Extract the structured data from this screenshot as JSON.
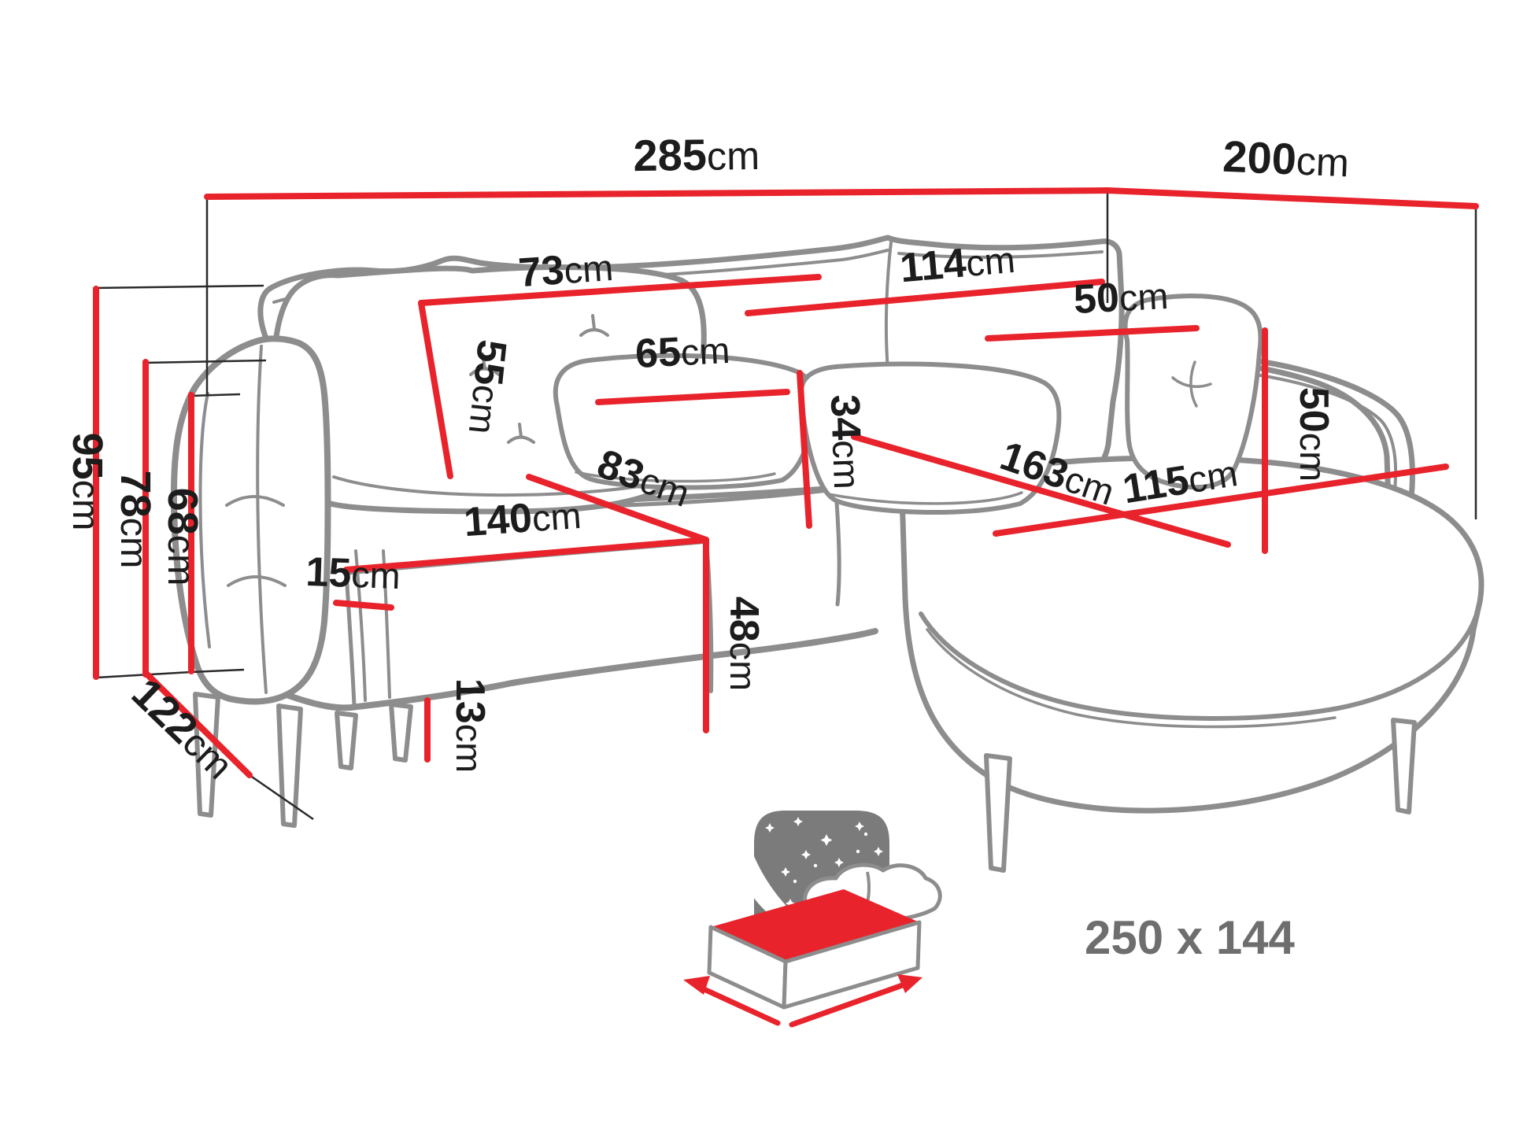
{
  "diagram_title": "corner-sofa-dimensions",
  "dims": {
    "w285": {
      "v": "285",
      "u": "cm"
    },
    "w200": {
      "v": "200",
      "u": "cm"
    },
    "h95": {
      "v": "95",
      "u": "cm"
    },
    "h78": {
      "v": "78",
      "u": "cm"
    },
    "h68": {
      "v": "68",
      "u": "cm"
    },
    "d122": {
      "v": "122",
      "u": "cm"
    },
    "w73": {
      "v": "73",
      "u": "cm"
    },
    "w114": {
      "v": "114",
      "u": "cm"
    },
    "p50w": {
      "v": "50",
      "u": "cm"
    },
    "p50h": {
      "v": "50",
      "u": "cm"
    },
    "b55": {
      "v": "55",
      "u": "cm"
    },
    "p65": {
      "v": "65",
      "u": "cm"
    },
    "p34": {
      "v": "34",
      "u": "cm"
    },
    "s163": {
      "v": "163",
      "u": "cm"
    },
    "s115": {
      "v": "115",
      "u": "cm"
    },
    "s140": {
      "v": "140",
      "u": "cm"
    },
    "s83": {
      "v": "83",
      "u": "cm"
    },
    "h48": {
      "v": "48",
      "u": "cm"
    },
    "a15": {
      "v": "15",
      "u": "cm"
    },
    "l13": {
      "v": "13",
      "u": "cm"
    }
  },
  "bed": {
    "size": "250 x 144"
  },
  "colors": {
    "dimension_red": "#e8232b",
    "sketch_gray": "#8d8d8d",
    "label_black": "#1c1c1c",
    "icon_gray": "#7b7b7b",
    "bed_top_red": "#e8232b",
    "bed_size_gray": "#6e6e6e"
  }
}
